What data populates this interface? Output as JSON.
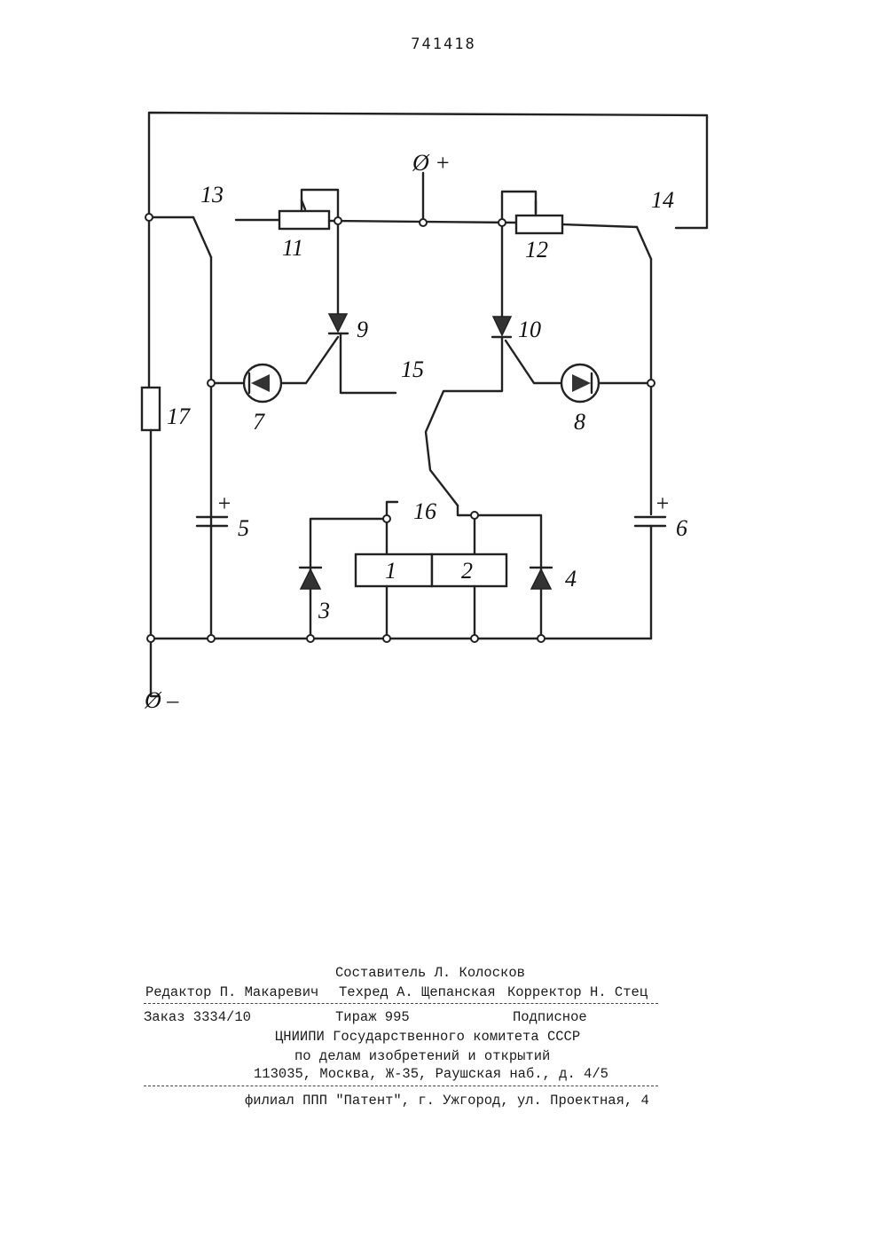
{
  "patent_number": "741418",
  "schematic": {
    "terminal_plus": "Ø +",
    "terminal_minus": "Ø –",
    "components": {
      "c1": "1",
      "c2": "2",
      "c3": "3",
      "c4": "4",
      "c5": "5",
      "c6": "6",
      "c7": "7",
      "c8": "8",
      "c9": "9",
      "c10": "10",
      "c11": "11",
      "c12": "12",
      "c13": "13",
      "c14": "14",
      "c15": "15",
      "c16": "16",
      "c17": "17"
    },
    "plus_sign": "+"
  },
  "colophon": {
    "compiler": "Составитель Л. Колосков",
    "editor": "Редактор П. Макаревич",
    "techred": "Техред А. Щепанская",
    "corrector": "Корректор Н. Стец",
    "order": "Заказ 3334/10",
    "circulation": "Тираж 995",
    "subscription": "Подписное",
    "org1": "ЦНИИПИ Государственного комитета СССР",
    "org2": "по делам изобретений и открытий",
    "address": "113035, Москва, Ж-35, Раушская наб., д. 4/5",
    "branch": "филиал ППП \"Патент\", г. Ужгород, ул. Проектная, 4"
  }
}
